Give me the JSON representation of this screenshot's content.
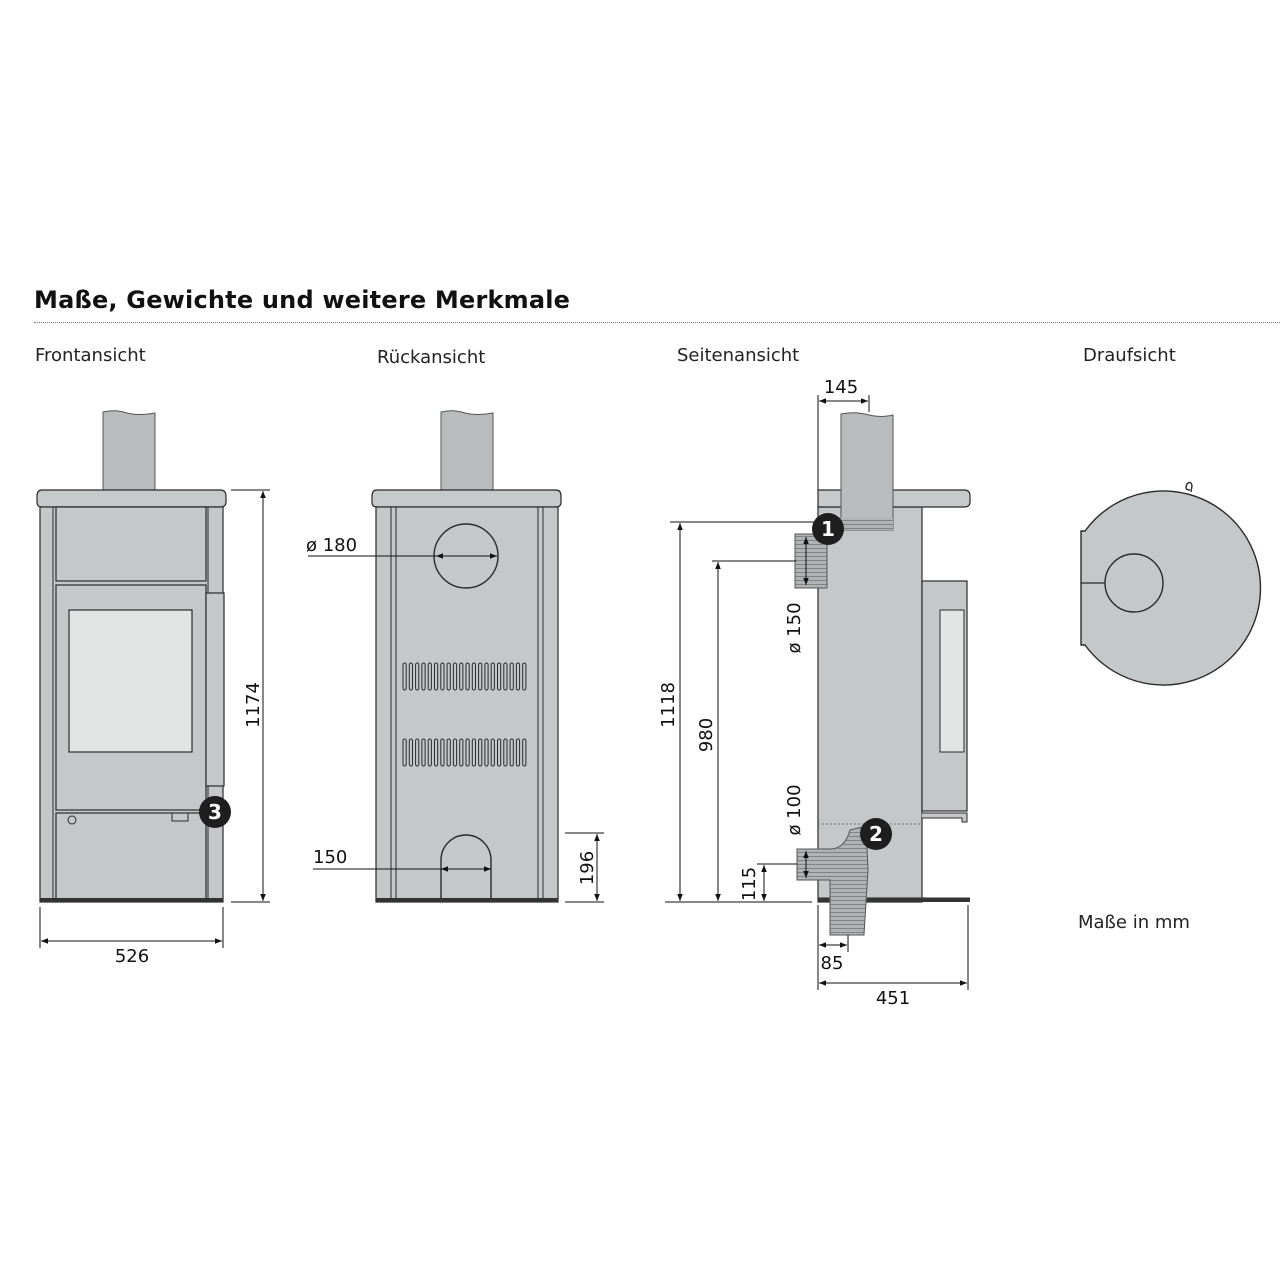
{
  "heading": "Maße, Gewichte und weitere Merkmale",
  "views": {
    "front": "Frontansicht",
    "back": "Rückansicht",
    "side": "Seitenansicht",
    "top": "Draufsicht"
  },
  "dimensions": {
    "front_width": "526",
    "front_height": "1174",
    "back_flue_diameter": "ø 180",
    "back_air_inlet_height": "150",
    "back_air_inlet_offset": "196",
    "side_flue_offset": "145",
    "side_flue_height": "1118",
    "side_rear_flue_height": "980",
    "side_rear_flue_diameter": "ø 150",
    "side_air_diameter": "ø 100",
    "side_air_height": "115",
    "side_air_offset": "85",
    "side_depth": "451"
  },
  "markers": {
    "m1": "1",
    "m2": "2",
    "m3": "3"
  },
  "units_note": "Maße in mm",
  "colors": {
    "body": "#c5c8c9",
    "outline": "#2a2a2a",
    "marker": "#1e1e1e"
  }
}
